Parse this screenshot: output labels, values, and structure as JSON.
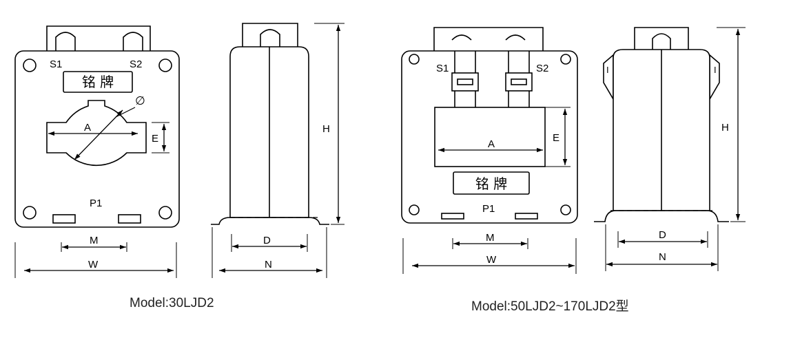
{
  "left_model": {
    "front": {
      "terminal_s1": "S1",
      "terminal_s2": "S2",
      "nameplate": "铭 牌",
      "hole_symbol": "∅",
      "dim_a": "A",
      "dim_e": "E",
      "terminal_p1": "P1",
      "dim_m": "M",
      "dim_w": "W"
    },
    "side": {
      "dim_h": "H",
      "dim_d": "D",
      "dim_n": "N"
    },
    "caption": "Model:30LJD2"
  },
  "right_model": {
    "front": {
      "terminal_s1": "S1",
      "terminal_s2": "S2",
      "nameplate": "铭 牌",
      "dim_a": "A",
      "dim_e": "E",
      "terminal_p1": "P1",
      "dim_m": "M",
      "dim_w": "W"
    },
    "side": {
      "mark_left": "I",
      "mark_right": "I",
      "dim_h": "H",
      "dim_d": "D",
      "dim_n": "N"
    },
    "caption": "Model:50LJD2~170LJD2型"
  }
}
